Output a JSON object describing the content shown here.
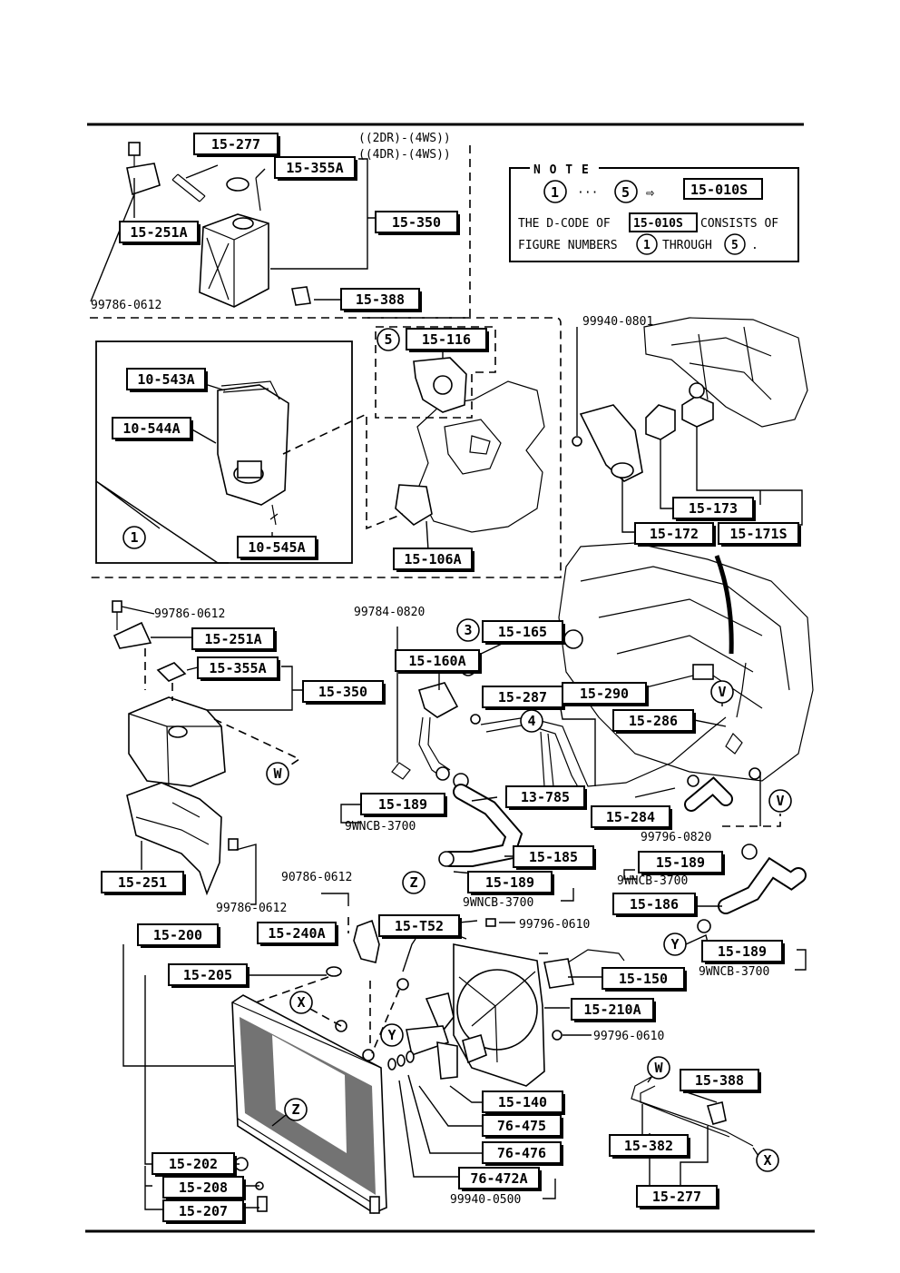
{
  "note": {
    "title": "N O T E",
    "range_from": "1",
    "range_to": "5",
    "ellipsis": "···",
    "arrow": "⇨",
    "target": "15-010S",
    "line1_pre": "THE D-CODE OF",
    "line1_code": "15-010S",
    "line1_post": "CONSISTS OF",
    "line2_pre": "FIGURE NUMBERS",
    "line2_mid": "THROUGH",
    "line2_post": "."
  },
  "variants": [
    "((2DR)-(4WS))",
    "((4DR)-(4WS))"
  ],
  "part_labels": [
    "15-277",
    "15-355A",
    "15-251A",
    "15-350",
    "15-388",
    "15-116",
    "10-543A",
    "10-544A",
    "10-545A",
    "15-106A",
    "15-173",
    "15-172",
    "15-171S",
    "15-251A",
    "15-355A",
    "15-350",
    "15-165",
    "15-160A",
    "15-287",
    "15-290",
    "15-286",
    "15-189",
    "13-785",
    "15-284",
    "15-185",
    "15-251",
    "15-189",
    "15-189",
    "15-186",
    "15-200",
    "15-240A",
    "15-T52",
    "15-205",
    "15-150",
    "15-210A",
    "15-189",
    "15-140",
    "76-475",
    "76-476",
    "76-472A",
    "15-202",
    "15-208",
    "15-207",
    "15-388",
    "15-382",
    "15-277"
  ],
  "bolt_codes": [
    "99786-0612",
    "99940-0801",
    "99786-0612",
    "99784-0820",
    "9WNCB-3700",
    "99796-0820",
    "9WNCB-3700",
    "9WNCB-3700",
    "99786-0612",
    "90786-0612",
    "99796-0610",
    "9WNCB-3700",
    "99796-0610",
    "99940-0500"
  ],
  "figure_numbers": [
    "5",
    "1",
    "3",
    "4"
  ],
  "connector_letters": [
    "V",
    "V",
    "W",
    "Z",
    "Y",
    "X",
    "Y",
    "Z",
    "W",
    "X"
  ]
}
